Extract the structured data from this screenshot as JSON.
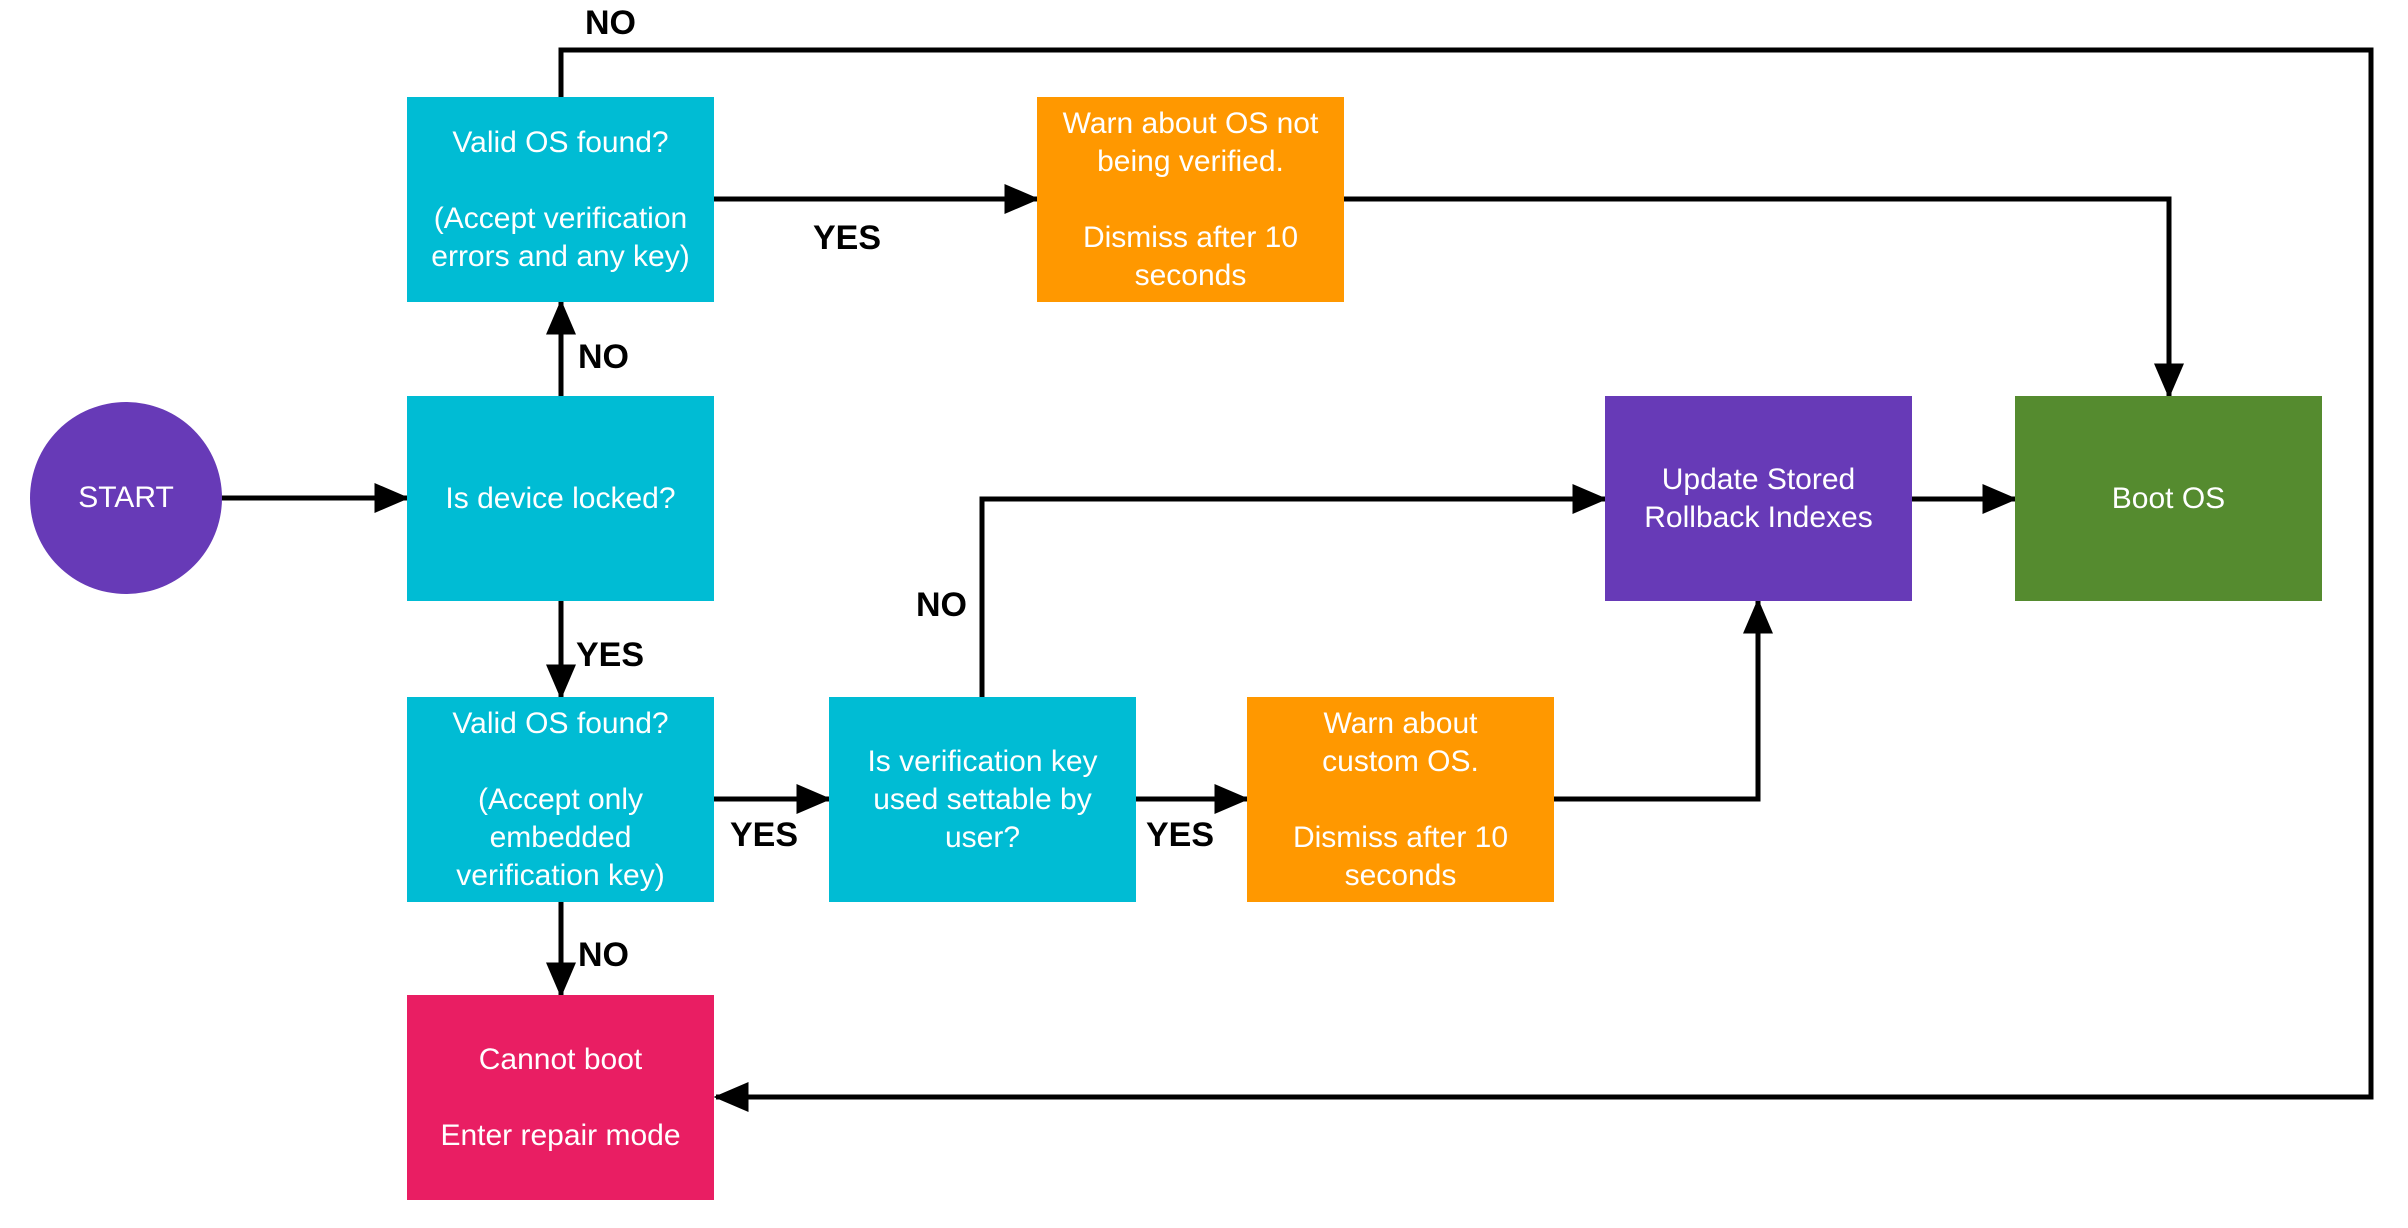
{
  "diagram": {
    "description_visible_text_only": "flowchart",
    "palette": {
      "purple": "#673AB7",
      "cyan": "#00BCD4",
      "orange": "#FF9800",
      "green": "#558B2F",
      "pink": "#E91E63",
      "line_black": "#000000",
      "text_white": "#ffffff",
      "background": "#ffffff"
    },
    "nodes": {
      "start": {
        "text": "START"
      },
      "is_device_locked": {
        "text": "Is device locked?"
      },
      "valid_os_any_key": {
        "text": "Valid OS found?\n\n(Accept verification\nerrors and any key)"
      },
      "warn_os_not_verified": {
        "text": "Warn about OS not\nbeing verified.\n\nDismiss after 10\nseconds"
      },
      "valid_os_embedded_key": {
        "text": "Valid OS found?\n\n(Accept only\nembedded\nverification key)"
      },
      "is_verification_key_settable": {
        "text": "Is verification key\nused settable by\nuser?"
      },
      "warn_custom_os": {
        "text": "Warn about\ncustom OS.\n\nDismiss after 10\nseconds"
      },
      "update_rollback": {
        "text": "Update Stored\nRollback Indexes"
      },
      "boot_os": {
        "text": "Boot OS"
      },
      "cannot_boot": {
        "text": "Cannot boot\n\nEnter repair mode"
      }
    },
    "edge_labels": {
      "no_top_loop": "NO",
      "no_locked_to_valid_any": "NO",
      "yes_locked_to_valid_embedded": "YES",
      "yes_valid_any_to_warn": "YES",
      "no_key_settable_up": "NO",
      "yes_embedded_to_key": "YES",
      "yes_key_to_warn_custom": "YES",
      "no_embedded_to_cannot_boot": "NO"
    }
  }
}
